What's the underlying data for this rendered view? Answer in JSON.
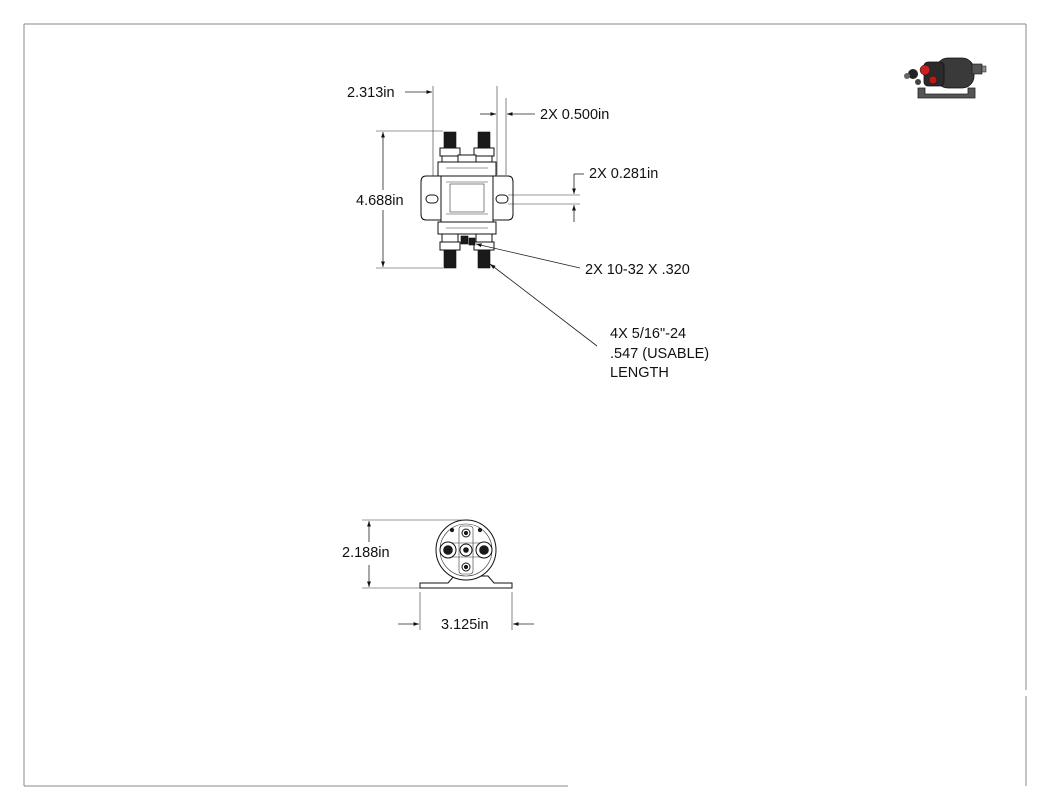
{
  "dimensions": {
    "width_2313": "2.313in",
    "stud_spacing": "2X 0.500in",
    "slot_width": "2X 0.281in",
    "height_4688": "4.688in",
    "small_thread": "2X 10-32 X .320",
    "large_thread_line1": "4X 5/16\"-24",
    "large_thread_line2": ".547 (USABLE)",
    "large_thread_line3": "LENGTH",
    "end_height": "2.188in",
    "bracket_width": "3.125in"
  },
  "icons": {
    "thumbnail": "solenoid-3d-thumbnail-icon"
  },
  "colors": {
    "line": "#222222",
    "frame": "#888888",
    "part_dark": "#1a1a1a"
  }
}
